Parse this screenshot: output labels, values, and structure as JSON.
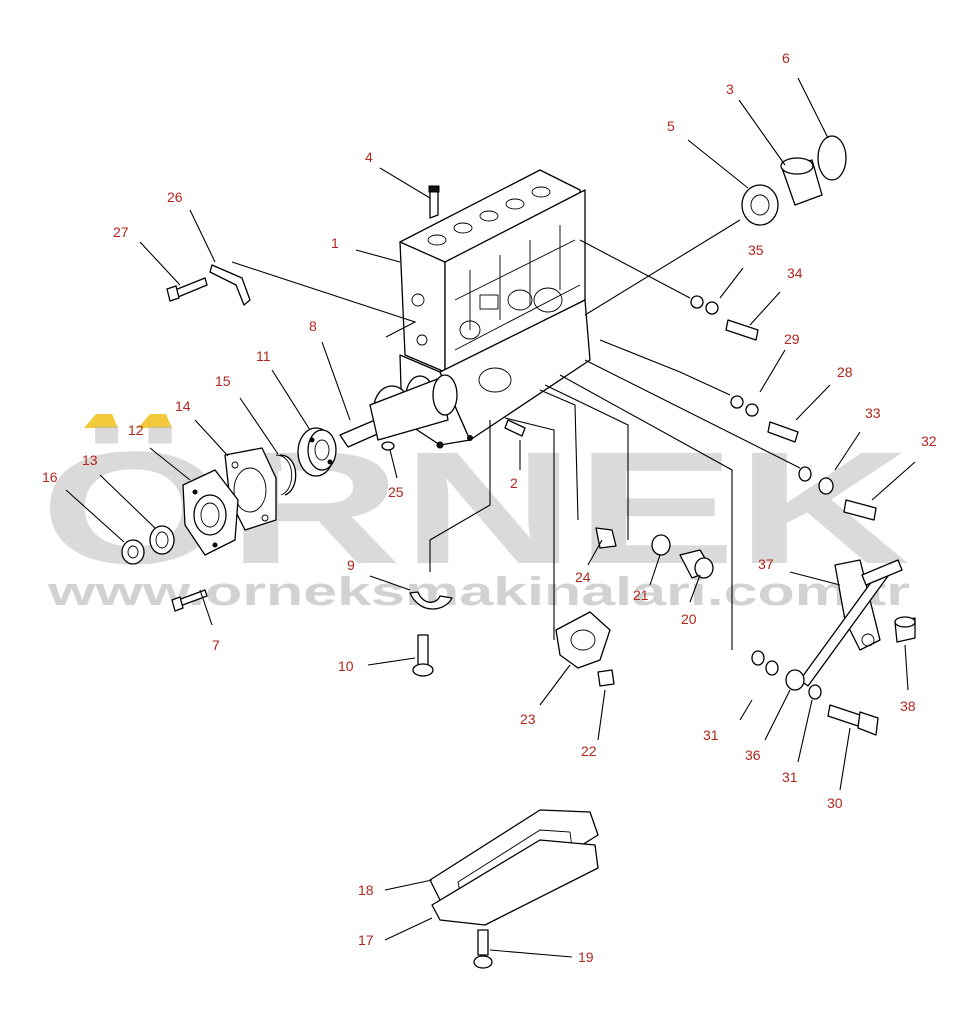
{
  "watermark": {
    "brand": "ÖRNEK",
    "url": "www.orneksmakinalari.com.tr",
    "accent_color": "#f2c93a",
    "text_color": "#bcbcbc"
  },
  "callout_color": "#b2261e",
  "callouts": [
    "1",
    "2",
    "3",
    "4",
    "5",
    "6",
    "7",
    "8",
    "9",
    "10",
    "11",
    "12",
    "13",
    "14",
    "15",
    "16",
    "17",
    "18",
    "19",
    "20",
    "21",
    "22",
    "23",
    "24",
    "25",
    "26",
    "27",
    "28",
    "29",
    "30",
    "31",
    "31",
    "32",
    "33",
    "34",
    "35",
    "36",
    "37",
    "38"
  ]
}
